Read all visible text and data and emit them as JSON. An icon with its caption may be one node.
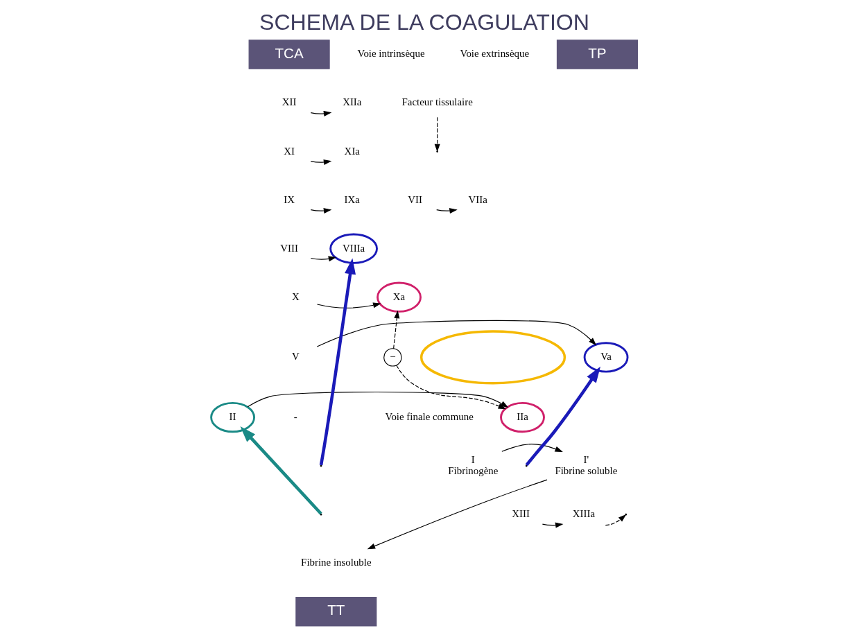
{
  "diagram": {
    "title": "SCHEMA DE LA COAGULATION",
    "nodes": [
      {
        "text": [
          "TCA"
        ]
      },
      {
        "text": [
          "TP"
        ]
      },
      {
        "text": [
          "TT"
        ]
      },
      {
        "text": [
          "XII"
        ]
      },
      {
        "text": [
          "XIIa"
        ]
      },
      {
        "text": [
          "XI"
        ]
      },
      {
        "text": [
          "XIa"
        ]
      },
      {
        "text": [
          "IX"
        ]
      },
      {
        "text": [
          "IXa"
        ]
      },
      {
        "text": [
          "VIIa"
        ]
      },
      {
        "text": [
          "VII"
        ]
      },
      {
        "text": [
          "Facteur tissulaire"
        ]
      },
      {
        "text": [
          "VIIIa"
        ]
      },
      {
        "text": [
          "VIII"
        ]
      },
      {
        "text": [
          "X"
        ]
      },
      {
        "text": [
          "Xa"
        ]
      },
      {
        "text": [
          "Va"
        ]
      },
      {
        "text": [
          "V"
        ]
      },
      {
        "text": [
          "II"
        ]
      },
      {
        "text": [
          "IIa"
        ]
      },
      {
        "text": [
          "I",
          "Fibrinogène"
        ]
      },
      {
        "text": [
          "I'",
          "Fibrine soluble"
        ]
      },
      {
        "text": [
          "XIII"
        ]
      },
      {
        "text": [
          "XIIIa"
        ]
      },
      {
        "text": [
          "Fibrine insoluble"
        ]
      },
      {
        "text": [
          "−"
        ]
      },
      {
        "text": [],
        "shape": "ellipse"
      }
    ],
    "edges": [
      {
        "from": 3,
        "to": 4,
        "arrow": "to"
      },
      {
        "from": 5,
        "to": 6,
        "arrow": "to"
      },
      {
        "from": 7,
        "to": 8,
        "arrow": "to"
      },
      {
        "from": 10,
        "to": 9,
        "arrow": "to"
      },
      {
        "from": 11,
        "to": null,
        "arrow": "to",
        "style": "dashed"
      },
      {
        "from": 13,
        "to": 12,
        "arrow": "to"
      },
      {
        "from": 14,
        "to": 15,
        "arrow": "to"
      },
      {
        "from": 17,
        "to": 16,
        "arrow": "to"
      },
      {
        "from": 18,
        "to": 19,
        "arrow": "to"
      },
      {
        "from": 25,
        "to": 15,
        "arrow": "to",
        "style": "dashed"
      },
      {
        "from": 25,
        "to": 19,
        "arrow": "to",
        "style": "dashed"
      },
      {
        "from": 20,
        "to": 21,
        "arrow": "to"
      },
      {
        "from": 22,
        "to": 23,
        "arrow": "to"
      },
      {
        "from": 23,
        "to": null,
        "arrow": "to",
        "style": "dashed"
      },
      {
        "from": 21,
        "to": 24,
        "arrow": "to"
      },
      {
        "from": null,
        "to": 12,
        "arrow": "to",
        "style": "thick",
        "color": "#1a1ab8"
      },
      {
        "from": null,
        "to": 16,
        "arrow": "to",
        "style": "thick",
        "color": "#1a1ab8"
      },
      {
        "from": null,
        "to": 18,
        "arrow": "to",
        "style": "thick",
        "color": "#1a8a86"
      }
    ],
    "labels": [
      "Voie intrinsèque",
      "Voie extrinsèque",
      "-",
      "Voie finale commune"
    ]
  }
}
